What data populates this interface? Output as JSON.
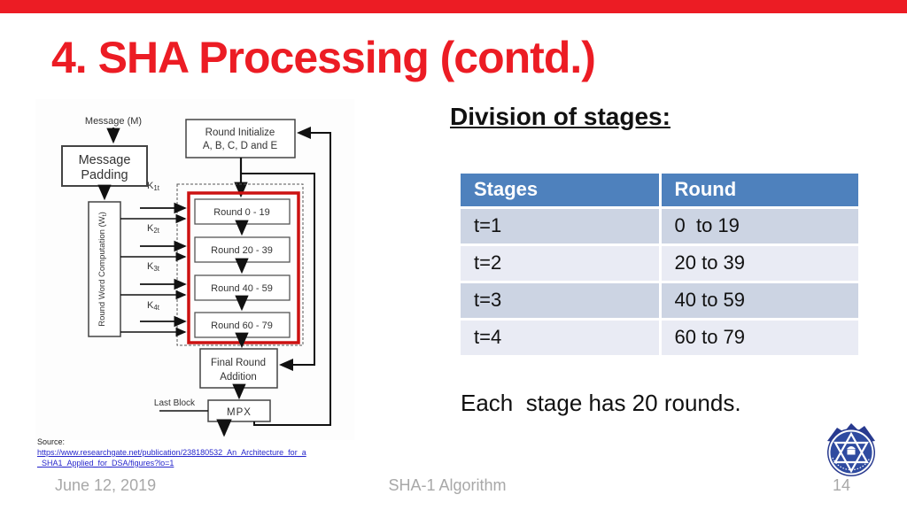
{
  "slide": {
    "title": "4. SHA Processing (contd.)",
    "heading": "Division of stages:",
    "note": "Each  stage has 20 rounds.",
    "footer": {
      "date": "June 12, 2019",
      "center": "SHA-1 Algorithm",
      "page_number": "14"
    },
    "source": {
      "label": "Source:",
      "link_line1": "https://www.researchgate.net/publication/238180532_An_Architecture_for_a",
      "link_line2": "_SHA1_Applied_for_DSA/figures?lo=1"
    }
  },
  "table": {
    "headers": [
      "Stages",
      "Round"
    ],
    "rows": [
      {
        "stage": "t=1",
        "round": "0  to 19"
      },
      {
        "stage": "t=2",
        "round": "20 to 39"
      },
      {
        "stage": "t=3",
        "round": "40 to 59"
      },
      {
        "stage": "t=4",
        "round": "60 to 79"
      }
    ]
  },
  "diagram": {
    "message_label": "Message (M)",
    "message_padding_line1": "Message",
    "message_padding_line2": "Padding",
    "round_word_pre": "Round Word Computation (W",
    "round_word_sub": "t",
    "round_word_post": ")",
    "round_initialize_line1": "Round Initialize",
    "round_initialize_line2": "A, B, C, D and E",
    "rounds": [
      "Round 0 - 19",
      "Round 20 - 39",
      "Round 40 - 59",
      "Round 60 - 79"
    ],
    "k_labels": [
      {
        "base": "K",
        "sub": "1t"
      },
      {
        "base": "K",
        "sub": "2t"
      },
      {
        "base": "K",
        "sub": "3t"
      },
      {
        "base": "K",
        "sub": "4t"
      }
    ],
    "final_round_line1": "Final Round",
    "final_round_line2": "Addition",
    "last_block_label": "Last Block",
    "mpx_label": "MPX"
  },
  "colors": {
    "top_bar_red": "#EC1C24",
    "title_red": "#EC1C24",
    "diagram_highlight_red": "#CC1111",
    "table_header_blue": "#4E81BD",
    "table_row_dark": "#CCD4E3",
    "table_row_light": "#E9EBF4",
    "link_blue": "#2727CC",
    "footer_gray": "#A8A8A8",
    "logo_blue": "#283A8F"
  }
}
